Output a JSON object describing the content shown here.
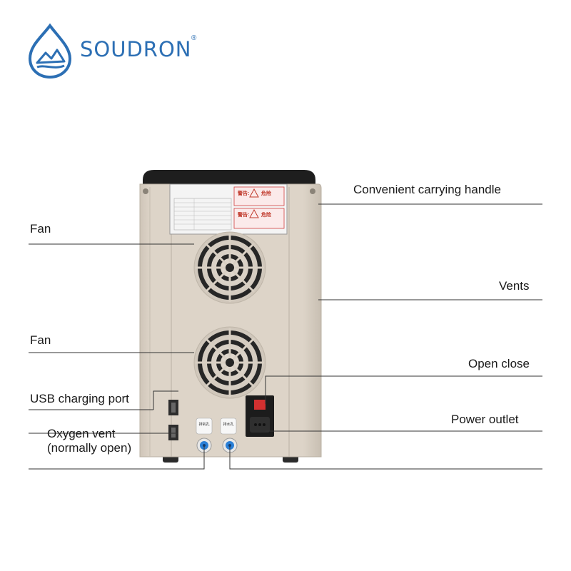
{
  "brand": {
    "name": "SOUDRON",
    "reg_mark": "®",
    "color": "#2c6fb4"
  },
  "labels": {
    "handle": "Convenient carrying handle",
    "fan_top": "Fan",
    "vents": "Vents",
    "fan_bottom": "Fan",
    "open_close": "Open close",
    "usb": "USB charging port",
    "power": "Power outlet",
    "oxygen_line1": "Oxygen vent",
    "oxygen_line2": "(normally open)"
  },
  "device": {
    "warning_title_1": "警告:",
    "warning_text_1": "危险",
    "port_tag_left": "排氧孔",
    "port_tag_right": "排水孔",
    "body_color": "#d8cfc3",
    "port_color": "#2a7fd6"
  }
}
